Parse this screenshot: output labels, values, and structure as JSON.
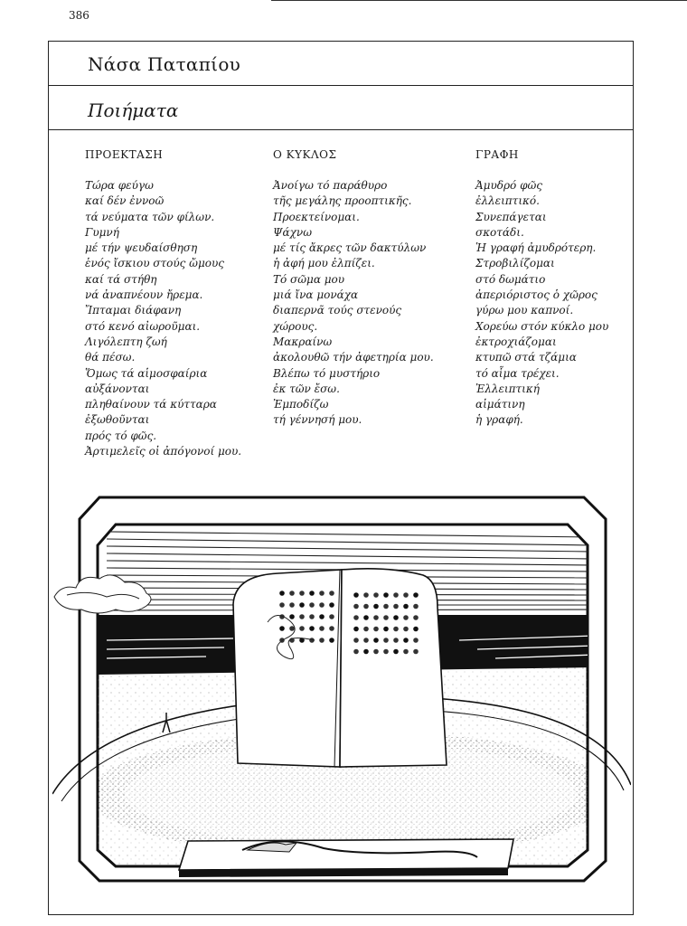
{
  "page_number": "386",
  "author": "Νάσα Παταπίου",
  "section_title": "Ποιήματα",
  "poems": [
    {
      "title": "ΠΡΟΕΚΤΑΣΗ",
      "lines": [
        "Τώρα φεύγω",
        "καί δέν ἐννοῶ",
        "τά νεύματα τῶν φίλων.",
        "Γυμνή",
        "μέ τήν ψευδαίσθηση",
        "ἑνός ἴσκιου στούς ὤμους",
        "καί τά στήθη",
        "νά ἀναπνέουν ἤρεμα.",
        "Ἴπταμαι διάφανη",
        "στό κενό αἰωροῦμαι.",
        "Λιγόλεπτη ζωή",
        "θά πέσω.",
        "Ὅμως τά αἱμοσφαίρια",
        "αὐξάνονται",
        "πληθαίνουν τά κύτταρα",
        "ἐξωθοῦνται",
        "πρός τό φῶς.",
        "Ἀρτιμελεῖς οἱ ἀπόγονοί μου."
      ]
    },
    {
      "title": "Ο ΚΥΚΛΟΣ",
      "lines": [
        "Ἀνοίγω τό παράθυρο",
        "τῆς μεγάλης προοπτικῆς.",
        "Προεκτείνομαι.",
        "Ψάχνω",
        "μέ τίς ἄκρες τῶν δακτύλων",
        "ἡ ἀφή μου ἐλπίζει.",
        "Τό σῶμα μου",
        "μιά ἴνα μονάχα",
        "διαπερνᾶ τούς στενούς",
        "χώρους.",
        "Μακραίνω",
        "ἀκολουθῶ τήν ἀφετηρία μου.",
        "Βλέπω τό μυστήριο",
        "ἐκ τῶν ἔσω.",
        "Ἐμποδίζω",
        "τή γέννησή μου."
      ]
    },
    {
      "title": "ΓΡΑΦΗ",
      "lines": [
        "Ἀμυδρό φῶς",
        "ἐλλειπτικό.",
        "Συνεπάγεται",
        "σκοτάδι.",
        "Ἡ γραφή ἀμυδρότερη.",
        "Στροβιλίζομαι",
        "στό δωμάτιο",
        "ἀπεριόριστος ὁ χῶρος",
        "γύρω μου καπνοί.",
        "Χορεύω στόν κύκλο μου",
        "ἐκτροχιάζομαι",
        "κτυπῶ στά τζάμια",
        "τό αἷμα τρέχει.",
        "Ἐλλειπτική",
        "αἱμάτινη",
        "ἡ γραφή."
      ]
    }
  ],
  "illustration": {
    "subject": "surreal ink drawing: two tablets with rows of circles on a desert landscape inside an octagonal frame"
  }
}
